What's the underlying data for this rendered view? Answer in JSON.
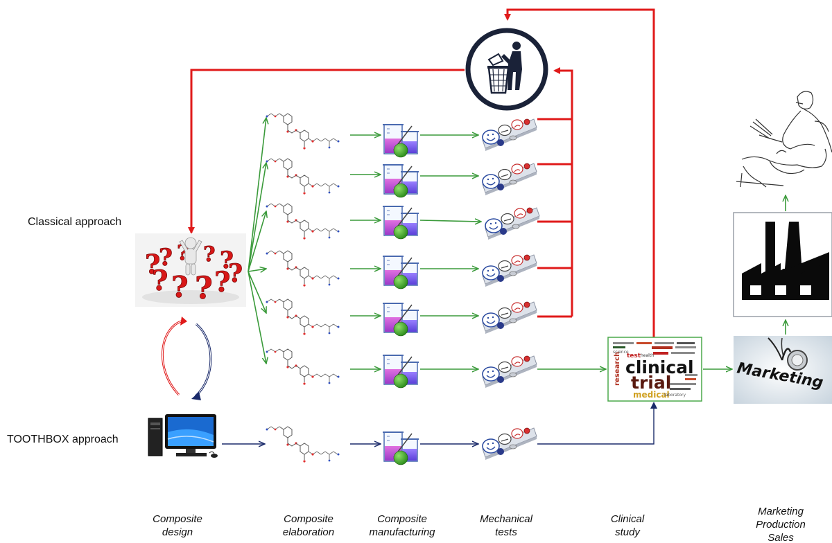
{
  "approaches": {
    "classical": "Classical approach",
    "toothbox": "TOOTHBOX approach"
  },
  "stages": [
    {
      "line1": "Composite",
      "line2": "design"
    },
    {
      "line1": "Composite",
      "line2": "elaboration"
    },
    {
      "line1": "Composite",
      "line2": "manufacturing"
    },
    {
      "line1": "Mechanical",
      "line2": "tests"
    },
    {
      "line1": "Clinical",
      "line2": "study"
    }
  ],
  "last_stage": {
    "line1": "Marketing",
    "line2": "Production",
    "line3": "Sales"
  },
  "word_cloud": {
    "main1": "clinical",
    "main2": "trial",
    "main3": "medical",
    "w_research": "research",
    "w_science": "science",
    "w_test": "test",
    "w_health": "health",
    "w_laboratory": "laboratory"
  },
  "marketing_word": "Marketing",
  "icons": {
    "trash": "trash-bin-icon",
    "question": "question-people-icon",
    "computer": "desktop-computer-icon",
    "molecule": "molecule-icon",
    "beaker": "beaker-icon",
    "test_panel": "smiley-test-panel-icon",
    "factory": "factory-icon",
    "dentist": "dentist-sketch-icon",
    "stethoscope": "stethoscope-icon"
  },
  "colors": {
    "reject_red": "#e01a1a",
    "green_arrow": "#3a9a3a",
    "navy_arrow": "#1a2a6a",
    "trash_navy": "#1a2238"
  }
}
